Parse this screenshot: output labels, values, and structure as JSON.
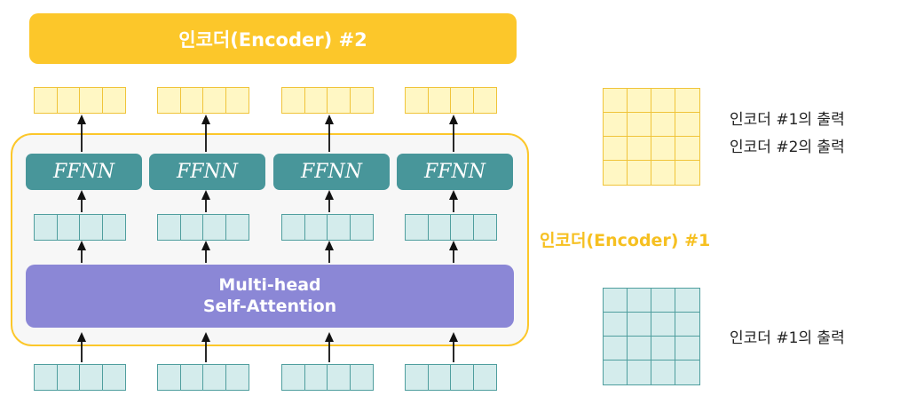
{
  "encoder2": {
    "title": "인코더(Encoder) #2"
  },
  "encoder1": {
    "label": "인코더(Encoder) #1"
  },
  "ffnn": {
    "label": "FFNN"
  },
  "attention": {
    "line1": "Multi-head",
    "line2": "Self-Attention"
  },
  "legend": {
    "top_line1": "인코더 #1의 출력",
    "top_line2": "인코더 #2의 출력",
    "bottom_line1": "인코더 #1의 출력"
  },
  "colors": {
    "yellow": "#fcc72a",
    "teal": "#48969a",
    "attention": "#8b87d6"
  }
}
